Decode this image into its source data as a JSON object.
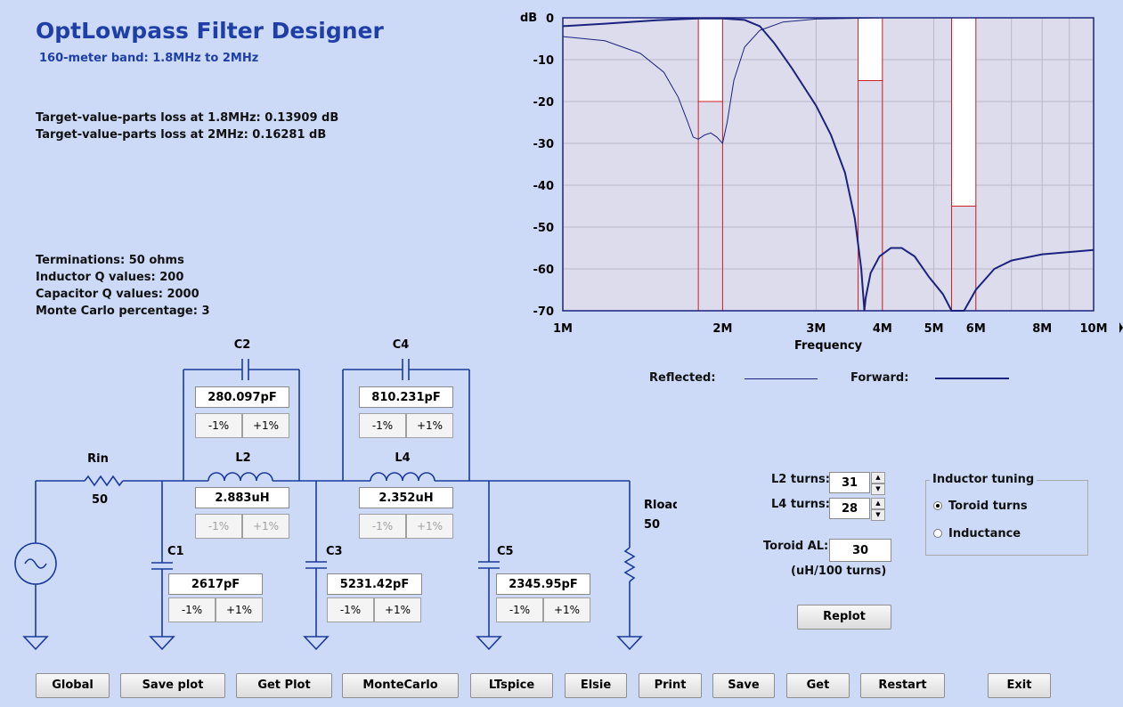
{
  "header": {
    "title": "OptLowpass Filter Designer",
    "subtitle": "160-meter band: 1.8MHz to 2MHz"
  },
  "losses": [
    "Target-value-parts loss at 1.8MHz: 0.13909 dB",
    "Target-value-parts loss at 2MHz: 0.16281 dB"
  ],
  "params": [
    "Terminations: 50 ohms",
    "Inductor Q values: 200",
    "Capacitor Q values: 2000",
    "Monte Carlo percentage:  3"
  ],
  "components": {
    "rin": {
      "label": "Rin",
      "value": "50"
    },
    "rload": {
      "label": "Rload",
      "value": "50"
    },
    "c1": {
      "label": "C1",
      "value": "2617pF"
    },
    "c2": {
      "label": "C2",
      "value": "280.097pF"
    },
    "c3": {
      "label": "C3",
      "value": "5231.42pF"
    },
    "c4": {
      "label": "C4",
      "value": "810.231pF"
    },
    "c5": {
      "label": "C5",
      "value": "2345.95pF"
    },
    "l2": {
      "label": "L2",
      "value": "2.883uH"
    },
    "l4": {
      "label": "L4",
      "value": "2.352uH"
    }
  },
  "adjust": {
    "minus": "-1%",
    "plus": "+1%"
  },
  "legend": {
    "reflected": "Reflected:",
    "forward": "Forward:"
  },
  "turns": {
    "l2_label": "L2 turns:",
    "l2_value": "31",
    "l4_label": "L4 turns:",
    "l4_value": "28",
    "al_label": "Toroid AL:",
    "al_value": "30",
    "al_unit": "(uH/100 turns)"
  },
  "tuning": {
    "title": "Inductor tuning",
    "options": [
      {
        "label": "Toroid turns",
        "selected": true
      },
      {
        "label": "Inductance",
        "selected": false
      }
    ]
  },
  "replot_label": "Replot",
  "buttons": [
    "Global",
    "Save plot",
    "Get Plot",
    "MonteCarlo",
    "LTspice",
    "Elsie",
    "Print",
    "Save",
    "Get",
    "Restart",
    "Exit"
  ],
  "chart_data": {
    "type": "line",
    "xlabel": "Frequency",
    "ylabel": "dB",
    "xscale": "log",
    "xlim": [
      1,
      10
    ],
    "ylim": [
      -70,
      0
    ],
    "xticks": [
      {
        "v": 1,
        "label": "1M"
      },
      {
        "v": 2,
        "label": "2M"
      },
      {
        "v": 3,
        "label": "3M"
      },
      {
        "v": 4,
        "label": "4M"
      },
      {
        "v": 5,
        "label": "5M"
      },
      {
        "v": 6,
        "label": "6M"
      },
      {
        "v": 8,
        "label": "8M"
      },
      {
        "v": 10,
        "label": "10M"
      }
    ],
    "yticks": [
      0,
      -10,
      -20,
      -30,
      -40,
      -50,
      -60,
      -70
    ],
    "masks": [
      {
        "x1": 1.8,
        "x2": 2.0,
        "level": -20
      },
      {
        "x1": 3.6,
        "x2": 4.0,
        "level": -15
      },
      {
        "x1": 5.4,
        "x2": 6.0,
        "level": -45
      }
    ],
    "series": [
      {
        "name": "Reflected",
        "points": [
          [
            1,
            -4.5
          ],
          [
            1.2,
            -5.5
          ],
          [
            1.4,
            -8.5
          ],
          [
            1.55,
            -13
          ],
          [
            1.65,
            -19
          ],
          [
            1.72,
            -25
          ],
          [
            1.76,
            -28.5
          ],
          [
            1.8,
            -29
          ],
          [
            1.85,
            -28
          ],
          [
            1.9,
            -27.5
          ],
          [
            1.95,
            -28.5
          ],
          [
            2.0,
            -30
          ],
          [
            2.04,
            -25
          ],
          [
            2.1,
            -15
          ],
          [
            2.2,
            -7
          ],
          [
            2.35,
            -3
          ],
          [
            2.6,
            -1
          ],
          [
            3.0,
            -0.3
          ],
          [
            4.0,
            0
          ],
          [
            10,
            0
          ]
        ]
      },
      {
        "name": "Forward",
        "points": [
          [
            1,
            -2
          ],
          [
            1.2,
            -1.4
          ],
          [
            1.5,
            -0.6
          ],
          [
            1.8,
            -0.15
          ],
          [
            2.0,
            -0.15
          ],
          [
            2.2,
            -0.5
          ],
          [
            2.35,
            -2
          ],
          [
            2.5,
            -6
          ],
          [
            2.7,
            -12
          ],
          [
            3.0,
            -21
          ],
          [
            3.2,
            -28
          ],
          [
            3.4,
            -37
          ],
          [
            3.55,
            -48
          ],
          [
            3.65,
            -60
          ],
          [
            3.7,
            -70
          ],
          [
            3.72,
            -67
          ],
          [
            3.8,
            -61
          ],
          [
            3.95,
            -57
          ],
          [
            4.15,
            -55
          ],
          [
            4.35,
            -55
          ],
          [
            4.6,
            -57
          ],
          [
            4.9,
            -62
          ],
          [
            5.2,
            -66
          ],
          [
            5.4,
            -70
          ],
          [
            5.7,
            -70
          ],
          [
            6.0,
            -65
          ],
          [
            6.5,
            -60
          ],
          [
            7.0,
            -58
          ],
          [
            8.0,
            -56.5
          ],
          [
            10,
            -55.5
          ]
        ]
      }
    ]
  }
}
